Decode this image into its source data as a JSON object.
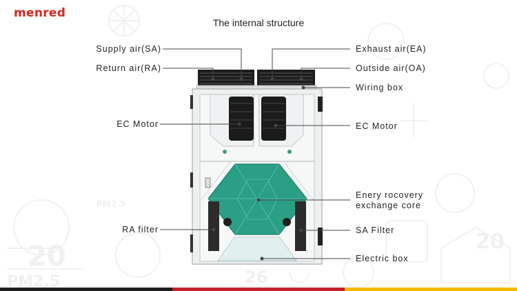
{
  "brand": {
    "logo_text": "menred"
  },
  "title": "The internal structure",
  "labels": {
    "supply_air": "Supply air(SA)",
    "return_air": "Return air(RA)",
    "ec_motor_left": "EC Motor",
    "ra_filter": "RA filter",
    "exhaust_air": "Exhaust air(EA)",
    "outside_air": "Outside air(OA)",
    "wiring_box": "Wiring box",
    "ec_motor_right": "EC Motor",
    "energy_core_line1": "Enery rocovery",
    "energy_core_line2": "exchange core",
    "sa_filter": "SA Filter",
    "electric_box": "Electric box"
  },
  "colors": {
    "brand_red": "#d6261d",
    "core_green": "#2a9f86",
    "cabinet_gray": "#f2f4f4",
    "bottom_bar": [
      "#1e1e1e",
      "#c8202a",
      "#f3b800"
    ]
  }
}
